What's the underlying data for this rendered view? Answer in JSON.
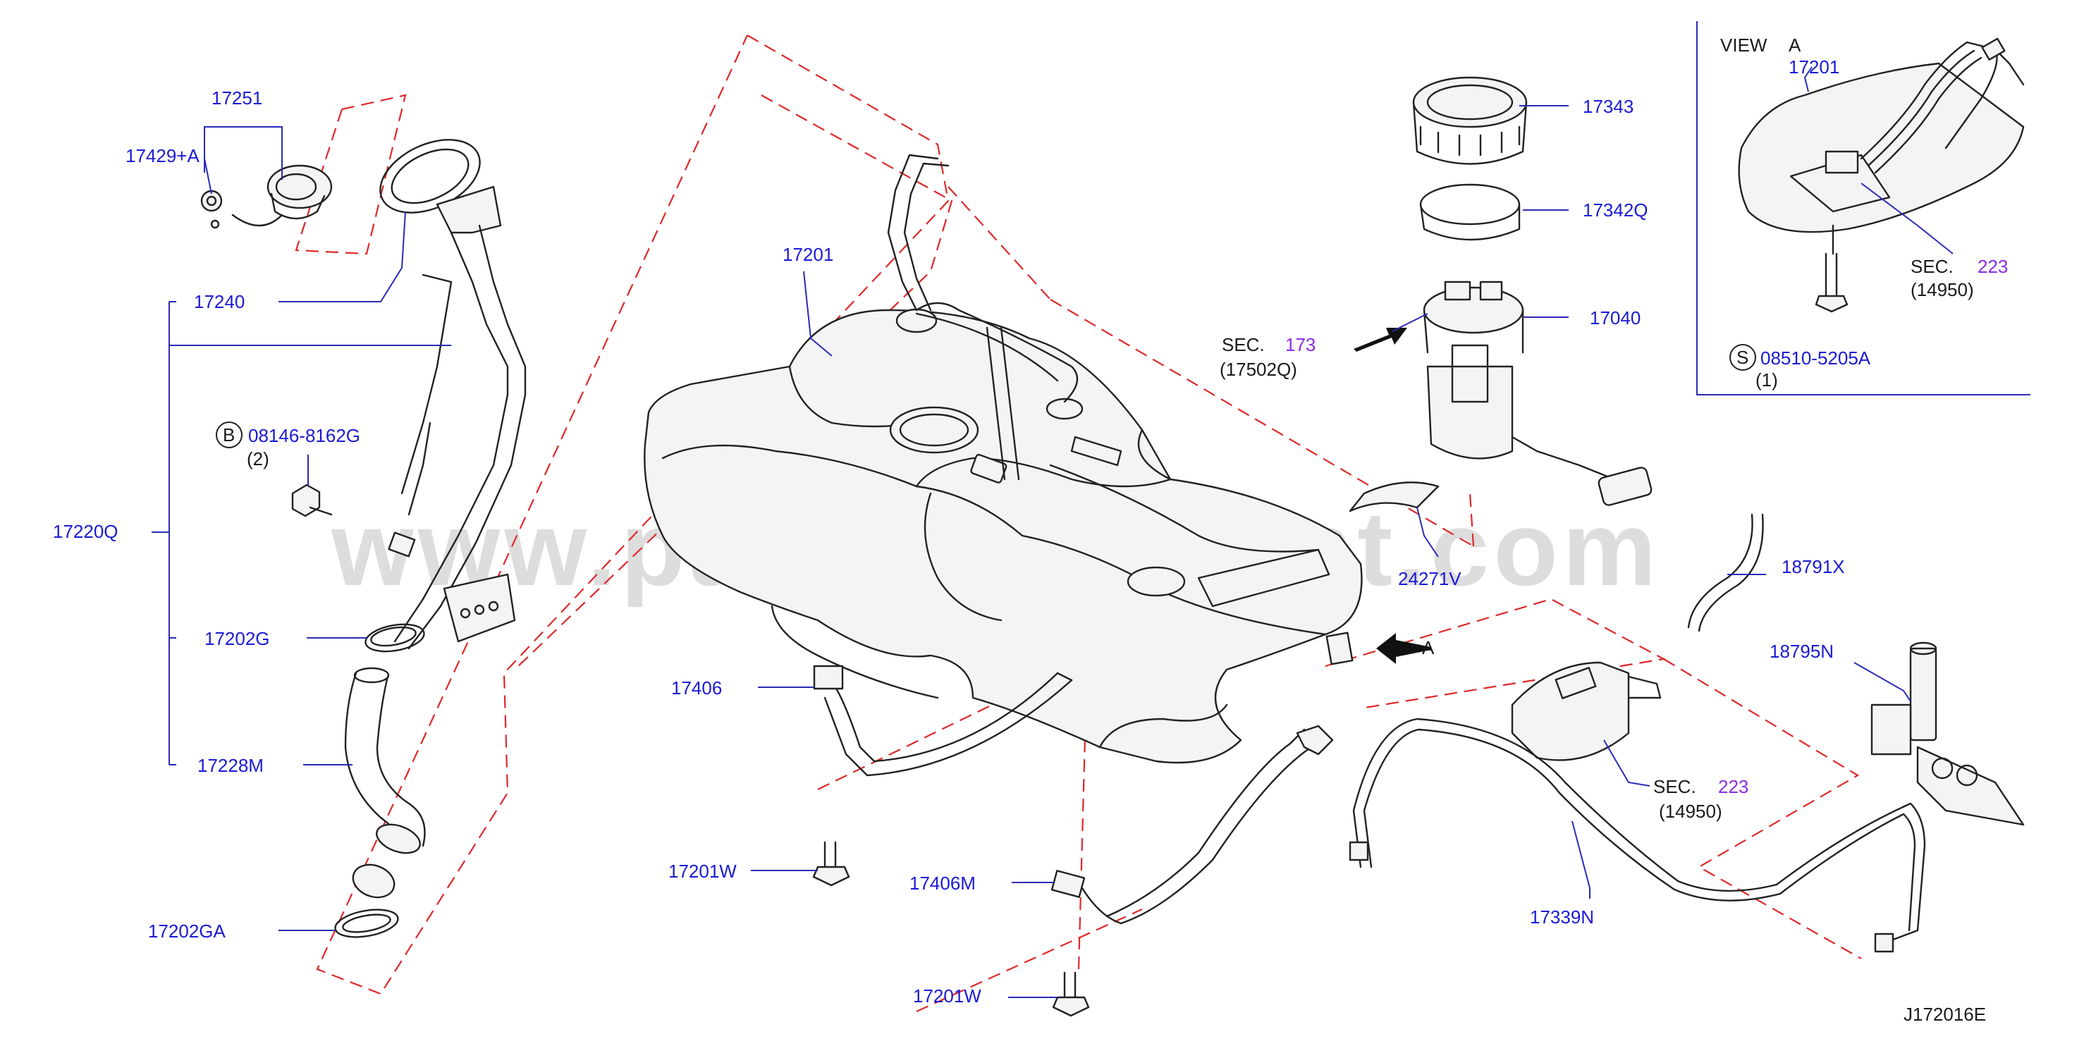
{
  "watermark": "www.partsassistant.com",
  "drawing_id": "J172016E",
  "view_a": {
    "title": "VIEW",
    "letter": "A"
  },
  "arrow_a_label": "A",
  "callouts": {
    "p17251": "17251",
    "p17429": "17429+A",
    "p17240": "17240",
    "p08146": "08146-8162G",
    "p08146_qty": "(2)",
    "p08146_mark": "B",
    "p17220q": "17220Q",
    "p17202g": "17202G",
    "p17228m": "17228M",
    "p17202ga": "17202GA",
    "p17201_tank": "17201",
    "p17406": "17406",
    "p17201w_a": "17201W",
    "p17406m": "17406M",
    "p17201w_b": "17201W",
    "p17343": "17343",
    "p17342q": "17342Q",
    "p17040": "17040",
    "p24271v": "24271V",
    "p18791x": "18791X",
    "p18795n": "18795N",
    "p17339n": "17339N",
    "p17201_view": "17201",
    "p08510": "08510-5205A",
    "p08510_qty": "(1)",
    "p08510_mark": "S"
  },
  "sections": {
    "sec173": {
      "label": "SEC.",
      "number": "173",
      "ref": "(17502Q)"
    },
    "sec223_canister": {
      "label": "SEC.",
      "number": "223",
      "ref": "(14950)"
    },
    "sec223_view": {
      "label": "SEC.",
      "number": "223",
      "ref": "(14950)"
    }
  },
  "colors": {
    "callout": "#1a1ad6",
    "section_number": "#8a2be2",
    "dashed_frame": "#e0282a",
    "line_art": "#222222"
  }
}
